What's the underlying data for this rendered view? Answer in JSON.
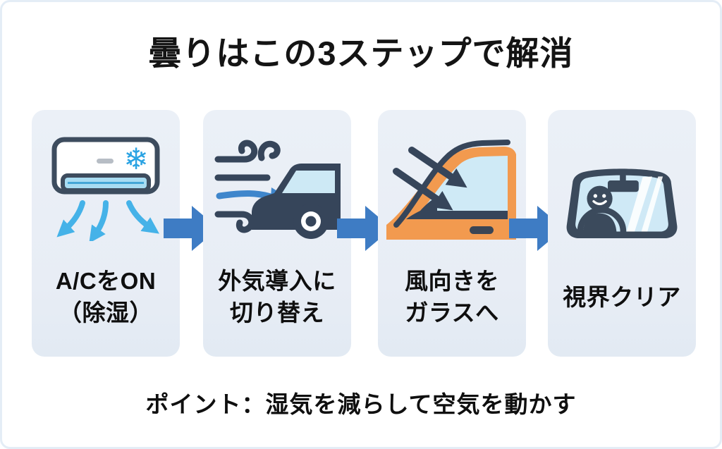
{
  "title": "曇りはこの3ステップで解消",
  "footer": "ポイント：湿気を減らして空気を動かす",
  "steps": [
    {
      "icon": "air-conditioner-icon",
      "line1": "A/CをON",
      "line2": "（除湿）"
    },
    {
      "icon": "outside-air-car-icon",
      "line1": "外気導入に",
      "line2": "切り替え"
    },
    {
      "icon": "airflow-to-glass-icon",
      "line1": "風向きを",
      "line2": "ガラスへ"
    },
    {
      "icon": "clear-windshield-icon",
      "line1": "視界クリア"
    }
  ],
  "colors": {
    "page_background": "#ffffff",
    "card_background": "#e9eef6",
    "step_arrow_blue": "#3e7cc4",
    "icon_navy": "#36455a",
    "glass_light_blue": "#cfe9f6",
    "airflow_light_blue": "#45b2e8",
    "wind_arrow_blue": "#3f86cc",
    "car_door_orange": "#f29a4f",
    "text_color": "#111111"
  }
}
